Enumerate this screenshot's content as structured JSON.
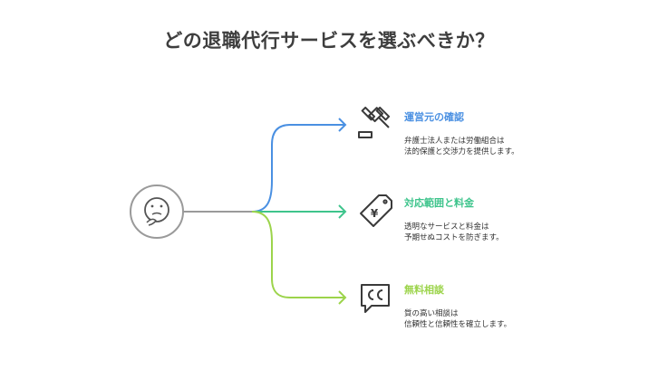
{
  "title": "どの退職代行サービスを選ぶべきか？",
  "colors": {
    "blue": "#4a90e2",
    "green": "#3ec48c",
    "lime": "#9cd44b",
    "grey": "#9a9a9a",
    "text": "#333333"
  },
  "items": [
    {
      "title": "運営元の確認",
      "desc": [
        "弁護士法人または労働組合は",
        "法的保護と交渉力を提供します。"
      ],
      "icon": "gavel-icon",
      "color": "#4a90e2"
    },
    {
      "title": "対応範囲と料金",
      "desc": [
        "透明なサービスと料金は",
        "予期せぬコストを防ぎます。"
      ],
      "icon": "price-tag-icon",
      "color": "#3ec48c"
    },
    {
      "title": "無料相談",
      "desc": [
        "質の高い相談は",
        "信頼性と信頼性を確立します。"
      ],
      "icon": "chat-cc-icon",
      "color": "#9cd44b"
    }
  ],
  "center_icon": "thinking-face-icon"
}
